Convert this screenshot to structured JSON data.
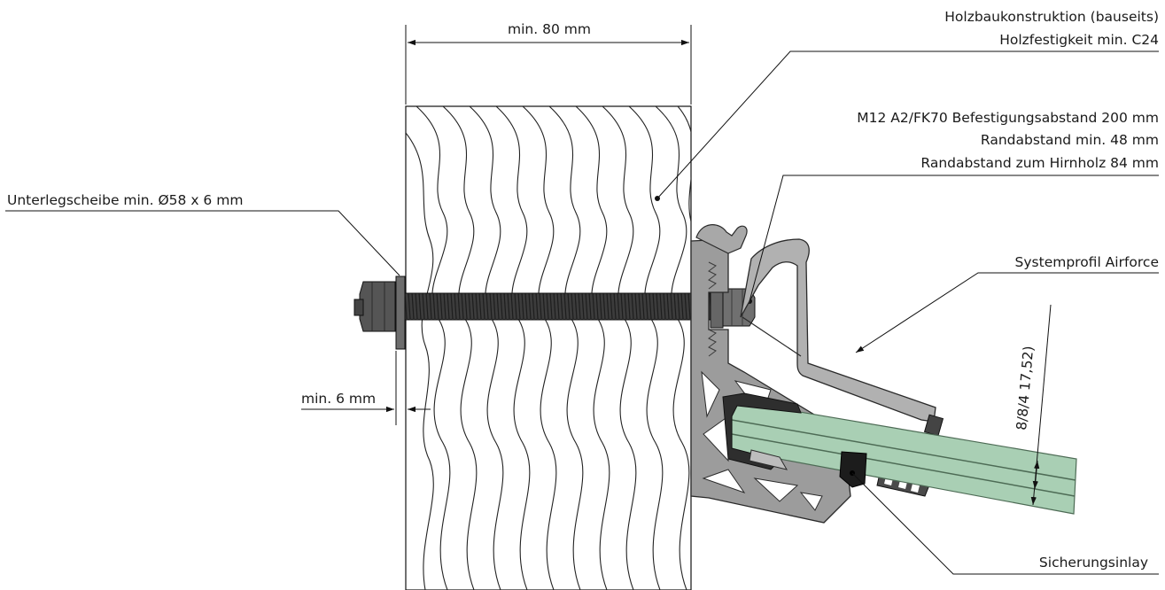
{
  "dimensions": {
    "wood_thickness": "min. 80 mm",
    "washer_gap": "min. 6 mm",
    "glass_build": "8/8/4 17,52)"
  },
  "labels": {
    "timber_line1": "Holzbaukonstruktion (bauseits)",
    "timber_line2": "Holzfestigkeit min. C24",
    "fixing_line1": "M12 A2/FK70 Befestigungsabstand 200 mm",
    "fixing_line2": "Randabstand min. 48 mm",
    "fixing_line3": "Randabstand zum Hirnholz 84 mm",
    "washer": "Unterlegscheibe min. Ø58 x 6 mm",
    "profile": "Systemprofil Airforce",
    "inlay": "Sicherungsinlay"
  },
  "colors": {
    "line": "#111111",
    "rod": "#3a3a3a",
    "profile": "#9b9b9b",
    "profile_dark": "#5e5e5e",
    "glass": "#a9cfb4",
    "glass_edge": "#4d6b55",
    "inlay": "#1c1c1c"
  }
}
